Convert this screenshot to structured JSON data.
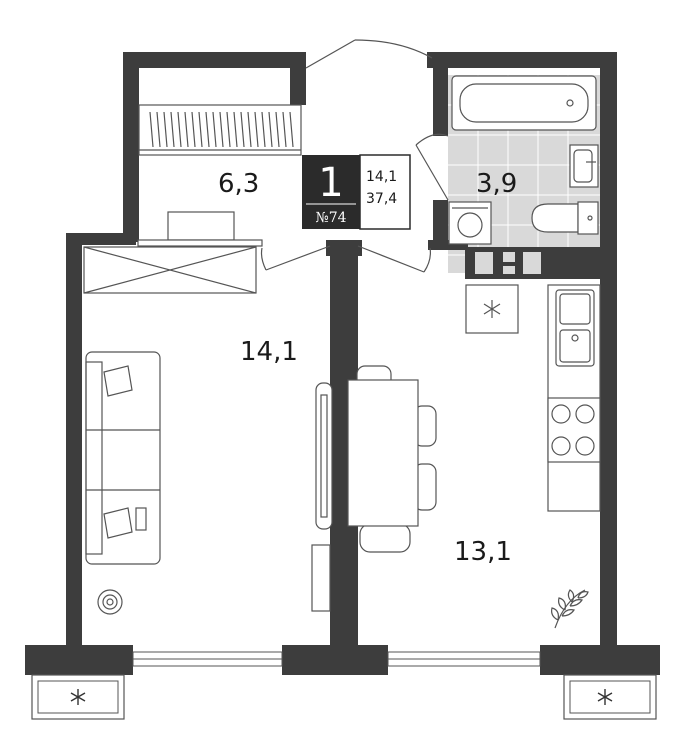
{
  "apartment": {
    "rooms_count": "1",
    "number": "№74",
    "living_area": "14,1",
    "total_area": "37,4"
  },
  "rooms": {
    "hallway_area": "6,3",
    "bathroom_area": "3,9",
    "living_room_area": "14,1",
    "kitchen_area": "13,1"
  },
  "colors": {
    "wall": "#3d3d3d",
    "tile": "#d9d9d9",
    "badge": "#2b2b2b"
  }
}
